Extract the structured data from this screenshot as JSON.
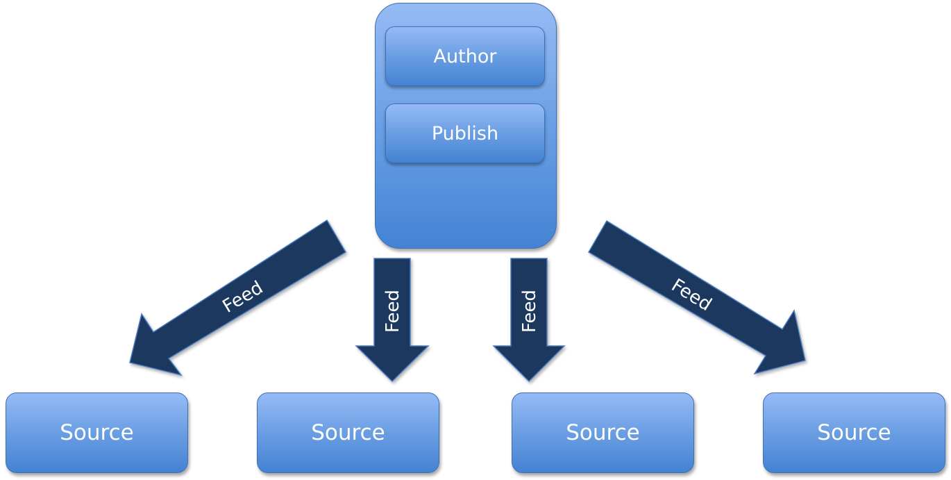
{
  "diagram": {
    "container": {
      "items": [
        {
          "label": "Author"
        },
        {
          "label": "Publish"
        }
      ]
    },
    "arrows": [
      {
        "label": "Feed",
        "direction": "down-left"
      },
      {
        "label": "Feed",
        "direction": "down"
      },
      {
        "label": "Feed",
        "direction": "down"
      },
      {
        "label": "Feed",
        "direction": "down-right"
      }
    ],
    "sources": [
      {
        "label": "Source"
      },
      {
        "label": "Source"
      },
      {
        "label": "Source"
      },
      {
        "label": "Source"
      }
    ],
    "colors": {
      "box_top": "#95bbf6",
      "box_bottom": "#4482d3",
      "arrow_fill": "#1a375f",
      "arrow_border": "#4a7bc0",
      "text": "#ffffff"
    }
  }
}
